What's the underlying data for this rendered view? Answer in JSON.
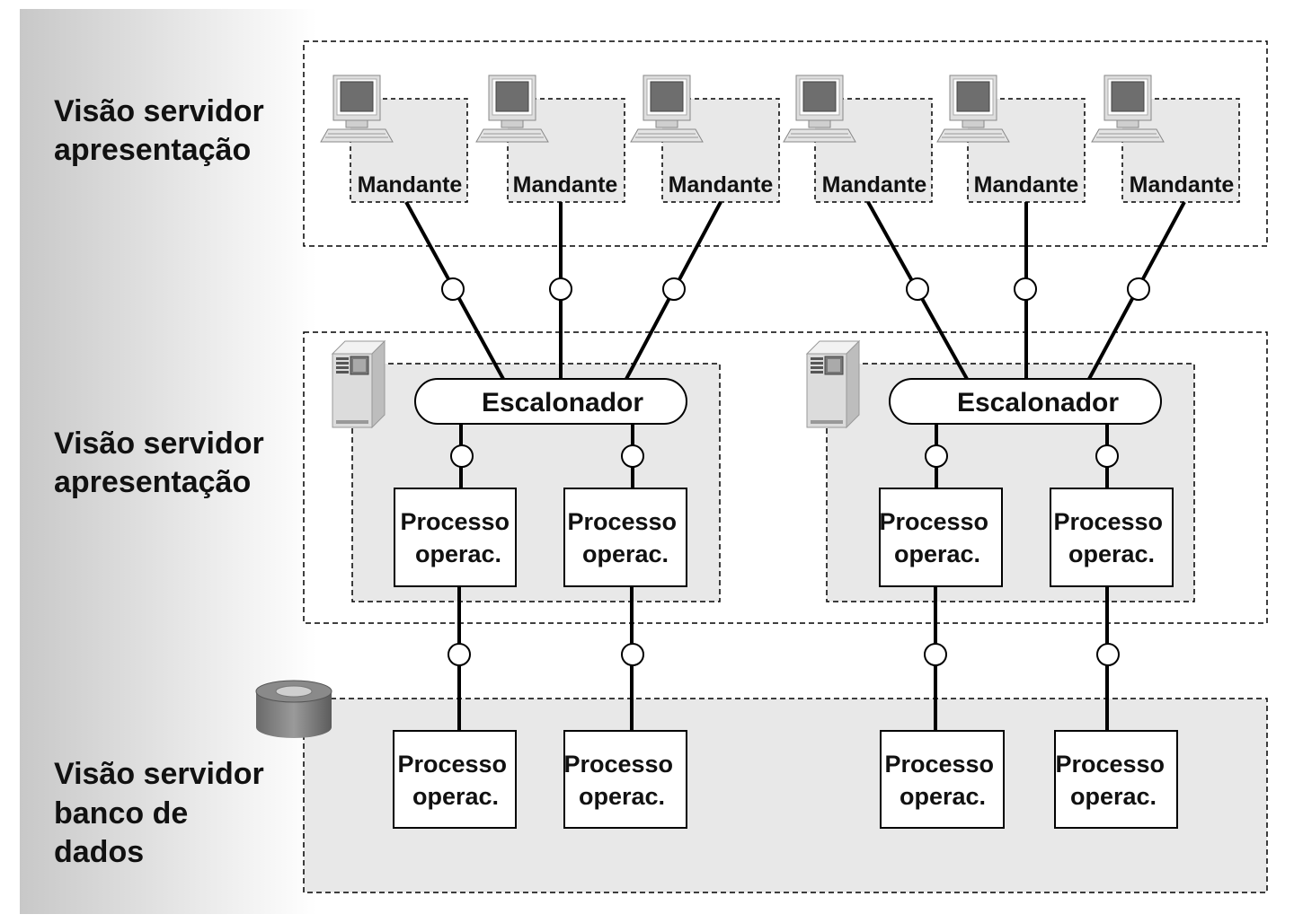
{
  "layers": [
    {
      "label_lines": [
        "Visão servidor",
        "apresentação"
      ]
    },
    {
      "label_lines": [
        "Visão servidor",
        "apresentação"
      ]
    },
    {
      "label_lines": [
        "Visão servidor",
        "banco de",
        "dados"
      ]
    }
  ],
  "clients": [
    {
      "label": "Mandante"
    },
    {
      "label": "Mandante"
    },
    {
      "label": "Mandante"
    },
    {
      "label": "Mandante"
    },
    {
      "label": "Mandante"
    },
    {
      "label": "Mandante"
    }
  ],
  "app_servers": [
    {
      "scheduler": "Escalonador",
      "processes": [
        {
          "lines": [
            "Processo",
            "operac."
          ]
        },
        {
          "lines": [
            "Processo",
            "operac."
          ]
        }
      ]
    },
    {
      "scheduler": "Escalonador",
      "processes": [
        {
          "lines": [
            "Processo",
            "operac."
          ]
        },
        {
          "lines": [
            "Processo",
            "operac."
          ]
        }
      ]
    }
  ],
  "db_processes": [
    {
      "lines": [
        "Processo",
        "operac."
      ]
    },
    {
      "lines": [
        "Processo",
        "operac."
      ]
    },
    {
      "lines": [
        "Processo",
        "operac."
      ]
    },
    {
      "lines": [
        "Processo",
        "operac."
      ]
    }
  ],
  "icons": {
    "client": "computer-icon",
    "server": "server-tower-icon",
    "database": "database-cylinder-icon"
  },
  "colors": {
    "panel_fill": "#e8e8e8",
    "line": "#000000",
    "connector_fill": "#ffffff"
  }
}
